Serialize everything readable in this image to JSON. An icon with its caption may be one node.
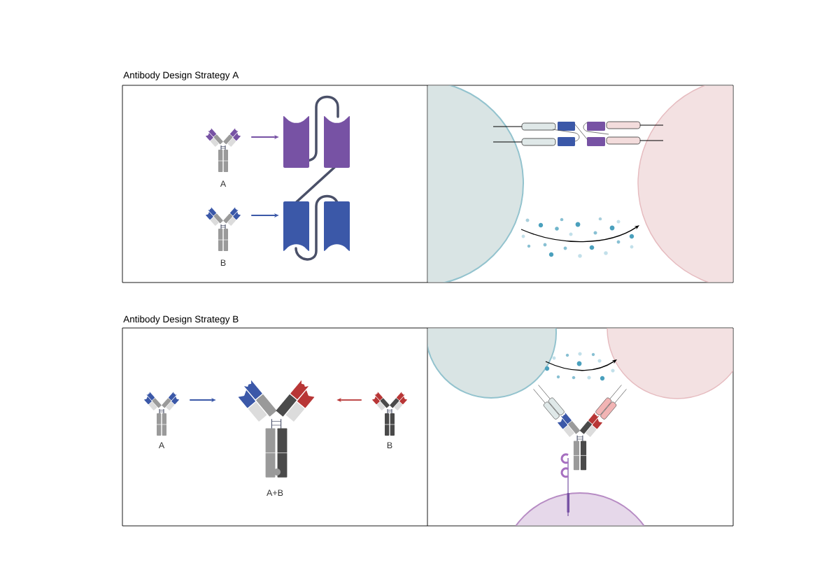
{
  "diagram": {
    "nodes": [
      {
        "text": [
          "Antibody Design Strategy A"
        ]
      },
      {
        "text": [],
        "shape": "picture",
        "beside": [
          "A"
        ],
        "in": 0
      },
      {
        "text": [],
        "shape": "picture",
        "in": 0
      },
      {
        "text": [],
        "shape": "picture",
        "beside": [
          "B"
        ],
        "in": 0
      },
      {
        "text": [
          "Antibody Design Strategy B"
        ]
      },
      {
        "text": [],
        "shape": "picture",
        "beside": [
          "A"
        ],
        "in": 4
      },
      {
        "text": [],
        "shape": "picture",
        "beside": [
          "A+B"
        ],
        "in": 4
      },
      {
        "text": [],
        "shape": "picture",
        "beside": [
          "B"
        ],
        "in": 4
      }
    ],
    "edges": [
      {
        "from": 1,
        "to": 2,
        "arrow": "to",
        "color": "#7752a4"
      },
      {
        "from": 3,
        "to": 2,
        "arrow": "to",
        "color": "#3b58a8"
      },
      {
        "from": 5,
        "to": 6,
        "arrow": "to",
        "color": "#3b58a8"
      },
      {
        "from": 7,
        "to": 6,
        "arrow": "to",
        "color": "#b83636"
      }
    ]
  }
}
